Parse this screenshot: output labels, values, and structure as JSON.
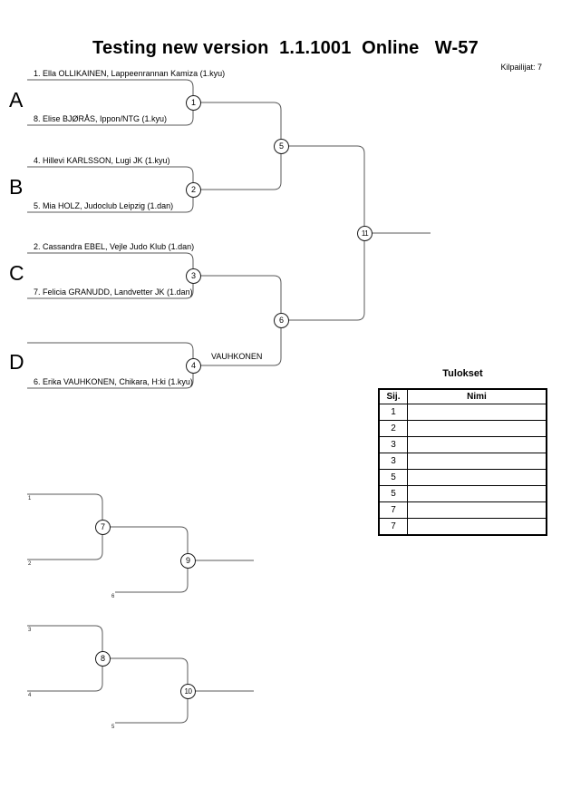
{
  "page": {
    "title": "Testing new version  1.1.1001  Online   W-57",
    "competitors": "Kilpailijat: 7"
  },
  "bracket": {
    "groups": [
      {
        "label": "A",
        "top": "1. Ella OLLIKAINEN, Lappeenrannan Kamiza (1.kyu)",
        "bottom": "8. Elise BJØRÅS, Ippon/NTG (1.kyu)",
        "match": "1"
      },
      {
        "label": "B",
        "top": "4. Hillevi KARLSSON, Lugi JK (1.kyu)",
        "bottom": "5. Mia HOLZ, Judoclub Leipzig (1.dan)",
        "match": "2"
      },
      {
        "label": "C",
        "top": "2. Cassandra EBEL, Vejle Judo Klub (1.dan)",
        "bottom": "7. Felicia GRANUDD, Landvetter JK (1.dan)",
        "match": "3"
      },
      {
        "label": "D",
        "top": "",
        "bottom": "6. Erika VAUHKONEN, Chikara, H:ki (1.kyu)",
        "match": "4"
      }
    ],
    "semifinals": [
      "5",
      "6"
    ],
    "final": "11",
    "winner_annotation": "VAUHKONEN"
  },
  "repechage": {
    "matches": [
      "7",
      "9",
      "8",
      "10"
    ],
    "feeds": [
      "1",
      "2",
      "6",
      "3",
      "4",
      "5"
    ]
  },
  "results": {
    "title": "Tulokset",
    "columns": [
      "Sij.",
      "Nimi"
    ],
    "rows": [
      {
        "sij": "1",
        "nimi": ""
      },
      {
        "sij": "2",
        "nimi": ""
      },
      {
        "sij": "3",
        "nimi": ""
      },
      {
        "sij": "3",
        "nimi": ""
      },
      {
        "sij": "5",
        "nimi": ""
      },
      {
        "sij": "5",
        "nimi": ""
      },
      {
        "sij": "7",
        "nimi": ""
      },
      {
        "sij": "7",
        "nimi": ""
      }
    ]
  }
}
